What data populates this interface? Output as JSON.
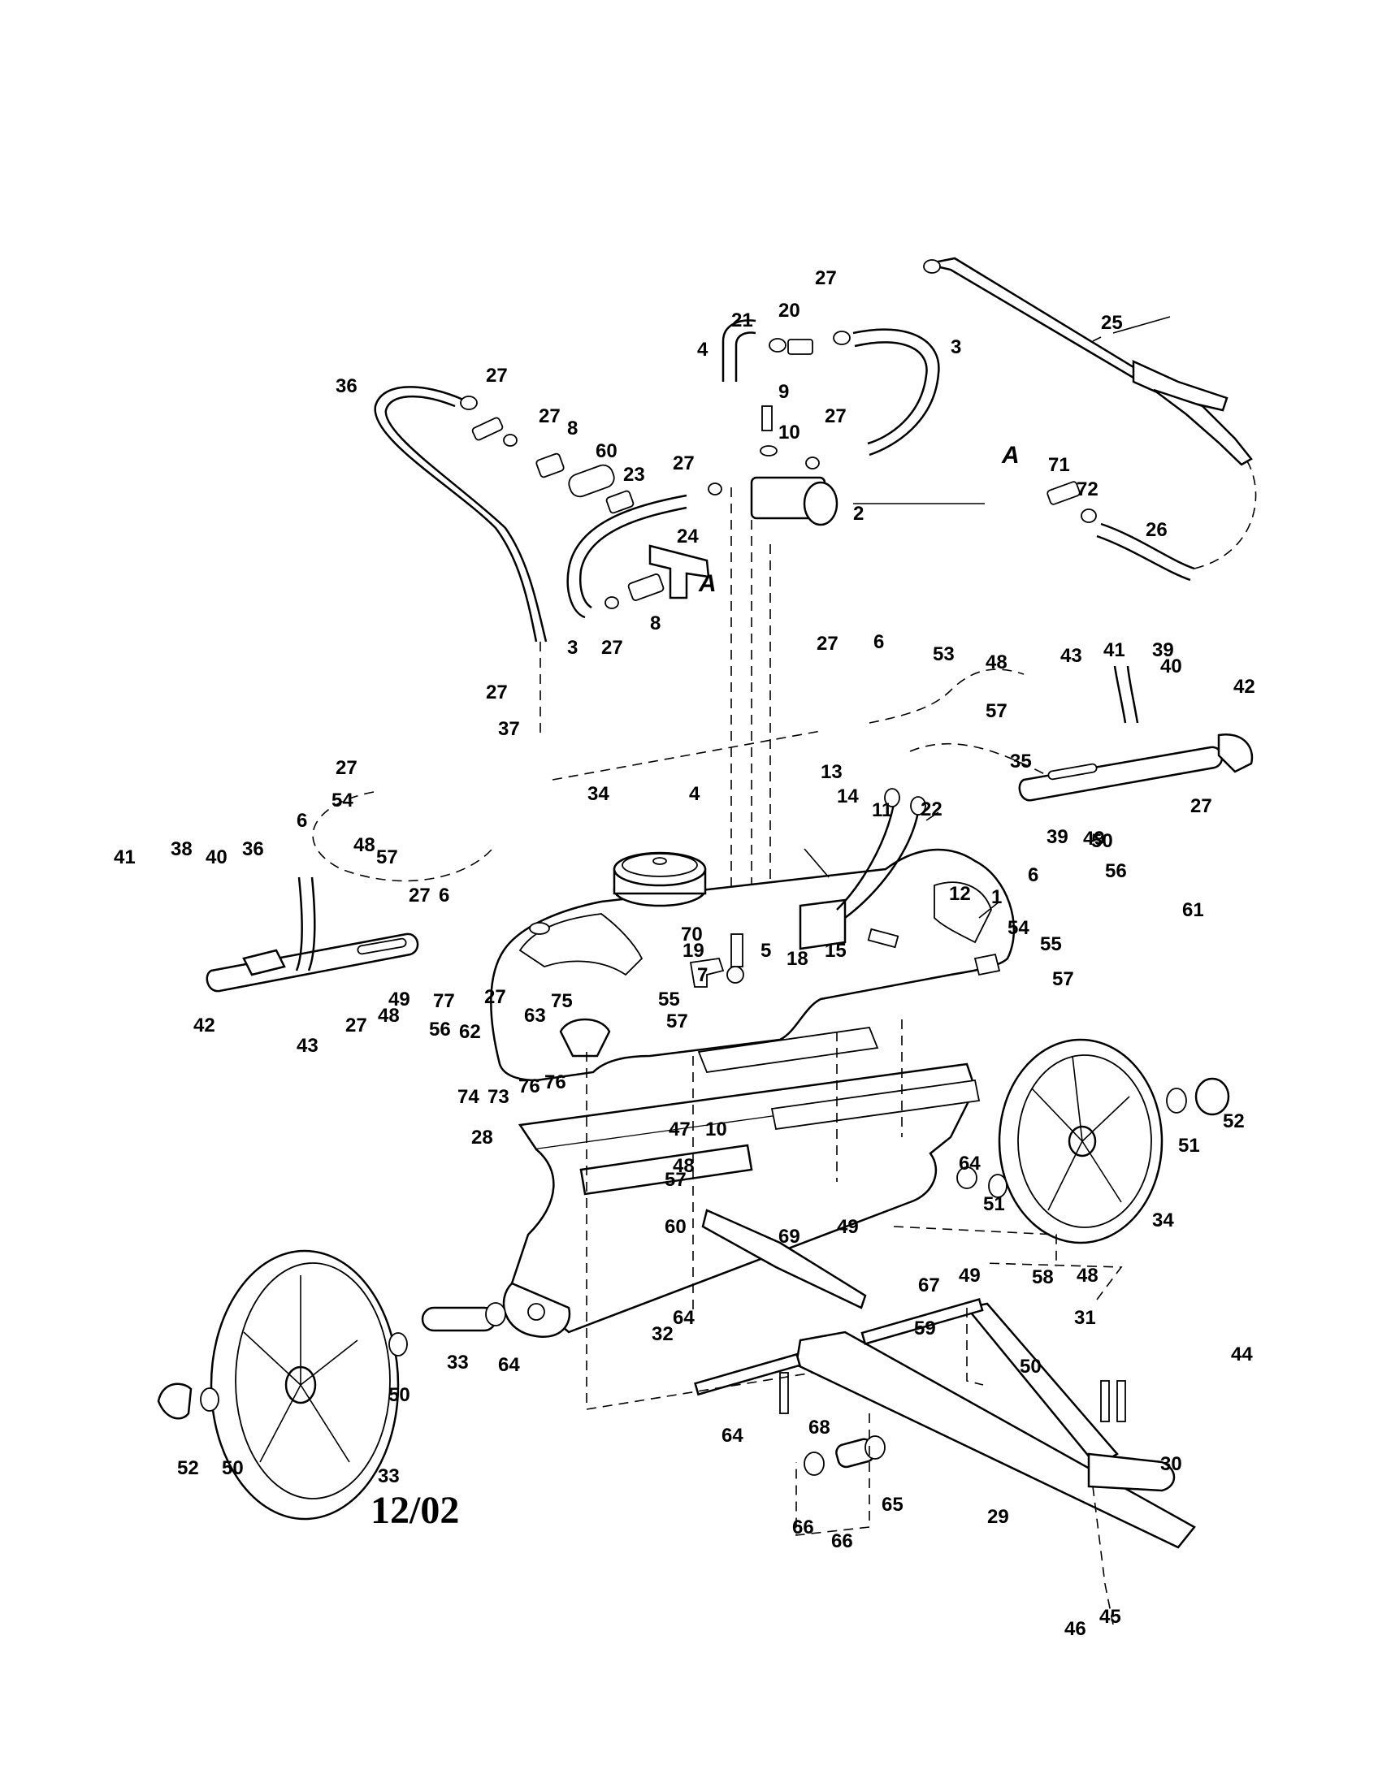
{
  "date_stamp": "12/02",
  "markers": [
    "A",
    "A"
  ],
  "callouts": [
    "1",
    "2",
    "3",
    "3",
    "4",
    "4",
    "5",
    "6",
    "6",
    "6",
    "6",
    "7",
    "8",
    "8",
    "9",
    "10",
    "10",
    "11",
    "12",
    "13",
    "14",
    "15",
    "18",
    "19",
    "20",
    "21",
    "22",
    "23",
    "24",
    "25",
    "26",
    "27",
    "27",
    "27",
    "27",
    "27",
    "27",
    "27",
    "27",
    "27",
    "27",
    "27",
    "27",
    "27",
    "28",
    "29",
    "30",
    "31",
    "32",
    "33",
    "33",
    "34",
    "34",
    "35",
    "36",
    "36",
    "37",
    "38",
    "39",
    "39",
    "40",
    "40",
    "41",
    "41",
    "42",
    "42",
    "43",
    "43",
    "44",
    "45",
    "46",
    "47",
    "48",
    "48",
    "48",
    "48",
    "48",
    "49",
    "49",
    "49",
    "49",
    "50",
    "50",
    "50",
    "50",
    "51",
    "51",
    "52",
    "52",
    "53",
    "54",
    "54",
    "55",
    "55",
    "56",
    "56",
    "57",
    "57",
    "57",
    "57",
    "57",
    "58",
    "59",
    "60",
    "60",
    "61",
    "62",
    "63",
    "64",
    "64",
    "64",
    "64",
    "65",
    "66",
    "66",
    "67",
    "68",
    "69",
    "70",
    "71",
    "72",
    "73",
    "74",
    "75",
    "76",
    "76",
    "77"
  ]
}
